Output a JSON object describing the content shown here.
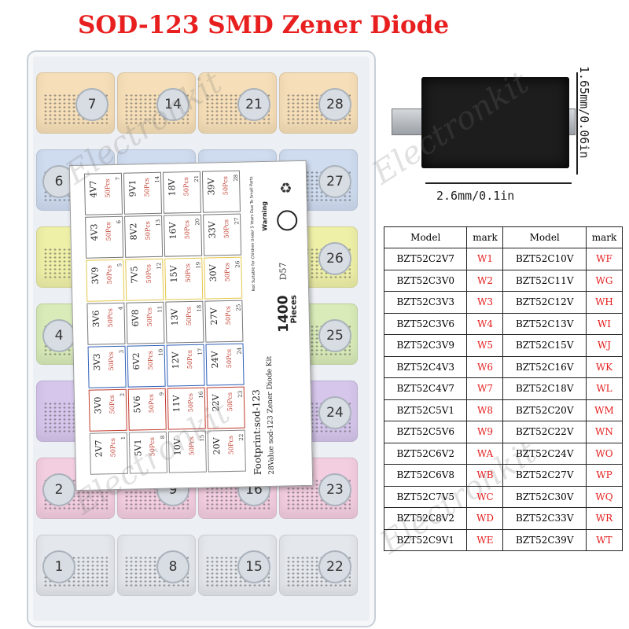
{
  "title": "SOD-123 SMD Zener Diode",
  "box_labels": [
    "7",
    "14",
    "21",
    "28",
    "6",
    "27",
    "26",
    "4",
    "25",
    "24",
    "2",
    "9",
    "16",
    "23",
    "1",
    "8",
    "15",
    "22"
  ],
  "card": {
    "values": [
      [
        "4V7",
        "9V1",
        "18V",
        "39V"
      ],
      [
        "4V3",
        "8V2",
        "16V",
        "33V"
      ],
      [
        "3V9",
        "7V5",
        "15V",
        "30V"
      ],
      [
        "3V6",
        "6V8",
        "13V",
        "27V"
      ],
      [
        "3V3",
        "6V2",
        "12V",
        "24V"
      ],
      [
        "3V0",
        "5V6",
        "11V",
        "22V"
      ],
      [
        "2V7",
        "5V1",
        "10V",
        "20V"
      ]
    ],
    "nums": [
      [
        "7",
        "14",
        "21",
        "28"
      ],
      [
        "6",
        "13",
        "20",
        "27"
      ],
      [
        "5",
        "12",
        "19",
        "26"
      ],
      [
        "4",
        "11",
        "18",
        "25"
      ],
      [
        "3",
        "10",
        "17",
        "24"
      ],
      [
        "2",
        "9",
        "16",
        "23"
      ],
      [
        "1",
        "8",
        "15",
        "22"
      ]
    ],
    "pcs": "50Pcs",
    "code": "D57",
    "pieces_count": "1400",
    "pieces_word": "Pieces",
    "kit_name": "28Value sod-123 Zener Diode Kit",
    "footprint": "Footprint:sod-123",
    "warning": "Warning",
    "warning_text": "Not Suitable for Children Under 5 Years Due To Small Parts"
  },
  "diode": {
    "width_label": "2.6mm/0.1in",
    "height_label": "1.65mm/0.06in"
  },
  "watermark": "Electronkit",
  "table": {
    "headers": [
      "Model",
      "mark",
      "Model",
      "mark"
    ],
    "rows": [
      [
        "BZT52C2V7",
        "W1",
        "BZT52C10V",
        "WF"
      ],
      [
        "BZT52C3V0",
        "W2",
        "BZT52C11V",
        "WG"
      ],
      [
        "BZT52C3V3",
        "W3",
        "BZT52C12V",
        "WH"
      ],
      [
        "BZT52C3V6",
        "W4",
        "BZT52C13V",
        "WI"
      ],
      [
        "BZT52C3V9",
        "W5",
        "BZT52C15V",
        "WJ"
      ],
      [
        "BZT52C4V3",
        "W6",
        "BZT52C16V",
        "WK"
      ],
      [
        "BZT52C4V7",
        "W7",
        "BZT52C18V",
        "WL"
      ],
      [
        "BZT52C5V1",
        "W8",
        "BZT52C20V",
        "WM"
      ],
      [
        "BZT52C5V6",
        "W9",
        "BZT52C22V",
        "WN"
      ],
      [
        "BZT52C6V2",
        "WA",
        "BZT52C24V",
        "WO"
      ],
      [
        "BZT52C6V8",
        "WB",
        "BZT52C27V",
        "WP"
      ],
      [
        "BZT52C7V5",
        "WC",
        "BZT52C30V",
        "WQ"
      ],
      [
        "BZT52C8V2",
        "WD",
        "BZT52C33V",
        "WR"
      ],
      [
        "BZT52C9V1",
        "WE",
        "BZT52C39V",
        "WT"
      ]
    ]
  },
  "colors": {
    "title": "#e81f1f",
    "mark": "#e41c1c",
    "row_colors": [
      "#f6dfb8",
      "#cfdcf0",
      "#eef0a8",
      "#d8ebb8",
      "#d6c6ec",
      "#f3cde0",
      "#e4e7ec"
    ]
  }
}
